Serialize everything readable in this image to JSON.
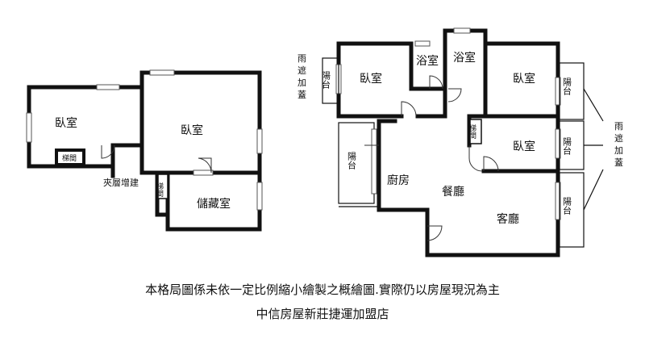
{
  "left_plan": {
    "room_bedroom_1": "臥室",
    "room_bedroom_2": "臥室",
    "stairs_1": "梯間",
    "stairs_2": "梯間",
    "mezzanine_label": "夾層增建",
    "storage": "儲藏室"
  },
  "right_plan": {
    "balcony_left": "陽台",
    "bedroom_left": "臥室",
    "bath_1": "浴室",
    "bath_2": "浴室",
    "bedroom_right_top": "臥室",
    "balcony_right_top": "陽台",
    "stairs": "梯間",
    "bedroom_right_mid": "臥室",
    "balcony_right_mid": "陽台",
    "balcony_inner": "陽台",
    "kitchen": "廚房",
    "dining": "餐廳",
    "living": "客廳",
    "balcony_right_bottom": "陽台",
    "rain_cover_left": [
      "雨",
      "遮",
      "加",
      "蓋"
    ],
    "rain_cover_right": [
      "雨",
      "遮",
      "加",
      "蓋"
    ]
  },
  "notes": {
    "line1": "本格局圖係未依一定比例縮小繪製之概繪圖.實際仍以房屋現況為主",
    "line2": "中信房屋新莊捷運加盟店"
  }
}
